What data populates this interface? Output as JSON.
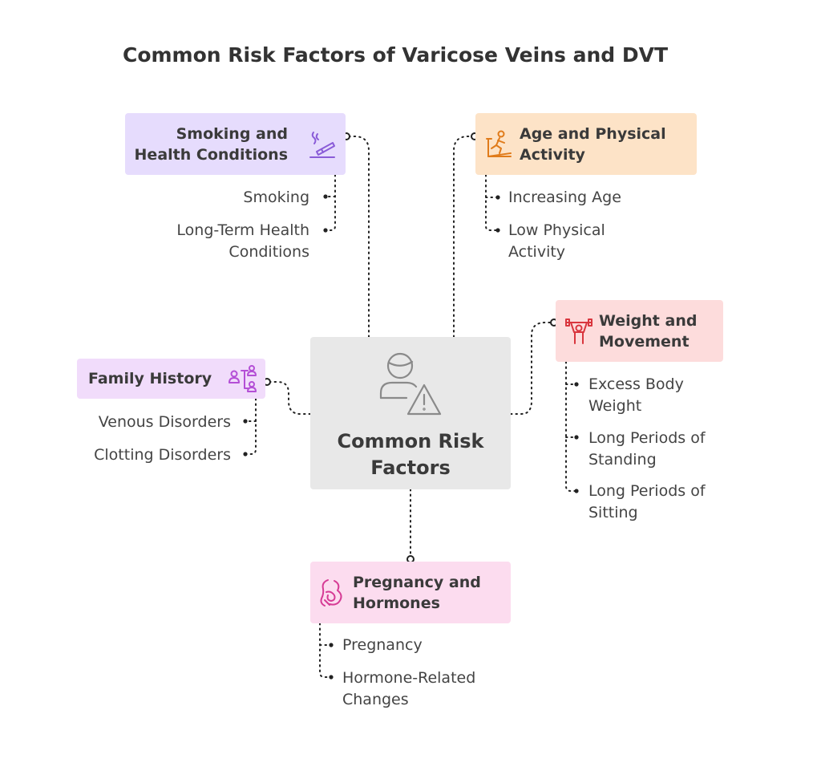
{
  "title": "Common Risk Factors of Varicose Veins and DVT",
  "center": {
    "label": "Common Risk Factors",
    "icon": "person-warning-icon",
    "color": "#e8e8e8"
  },
  "categories": {
    "smoking": {
      "label": "Smoking and Health Conditions",
      "icon": "cigarette-icon",
      "color": "#e6dcfd",
      "icon_color": "#8a5cd8",
      "items": [
        "Smoking",
        "Long-Term Health Conditions"
      ]
    },
    "age": {
      "label": "Age and Physical Activity",
      "icon": "treadmill-icon",
      "color": "#fde3c7",
      "icon_color": "#e07b1a",
      "items": [
        "Increasing Age",
        "Low Physical Activity"
      ]
    },
    "weight": {
      "label": "Weight and Movement",
      "icon": "weightlifter-icon",
      "color": "#fddcdc",
      "icon_color": "#d9363e",
      "items": [
        "Excess Body Weight",
        "Long Periods of Standing",
        "Long Periods of Sitting"
      ]
    },
    "family": {
      "label": "Family History",
      "icon": "family-tree-icon",
      "color": "#f1dcfb",
      "icon_color": "#b44fd6",
      "items": [
        "Venous Disorders",
        "Clotting Disorders"
      ]
    },
    "pregnancy": {
      "label": "Pregnancy and Hormones",
      "icon": "pregnant-woman-icon",
      "color": "#fcdcef",
      "icon_color": "#d63b95",
      "items": [
        "Pregnancy",
        "Hormone-Related Changes"
      ]
    }
  }
}
